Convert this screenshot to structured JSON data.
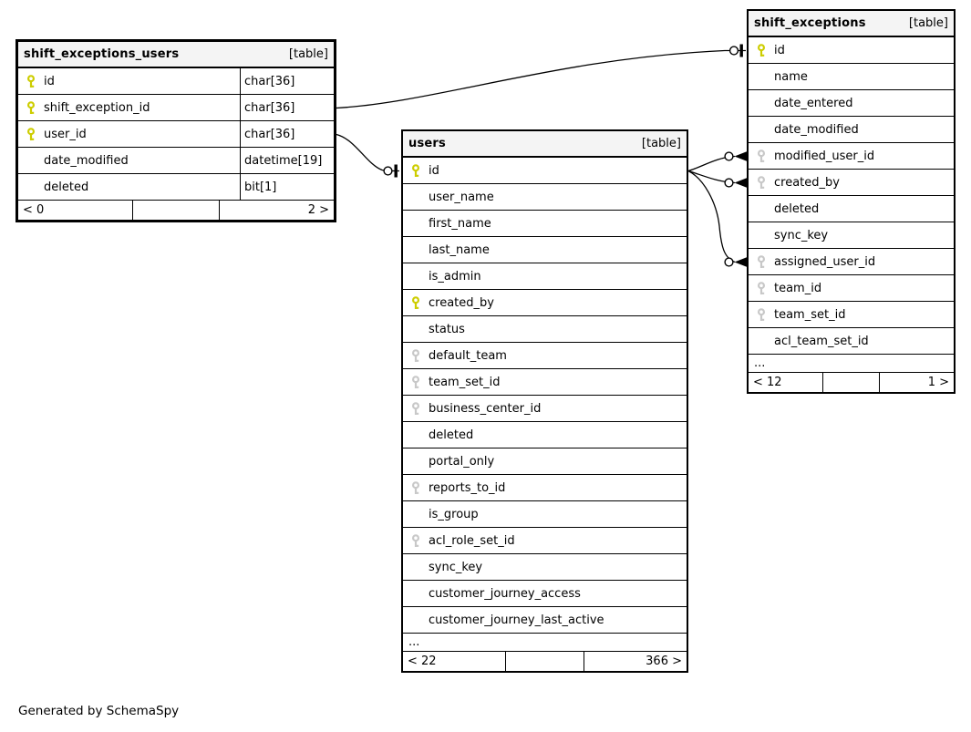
{
  "page": {
    "generated_note": "Generated by SchemaSpy"
  },
  "colors": {
    "primary_key": "#cdcd00",
    "foreign_key": "#c8c8c8",
    "header_bg": "#f4f4f4",
    "border": "#000000"
  },
  "tables": [
    {
      "name": "shift_exceptions_users",
      "tag": "[table]",
      "show_types": true,
      "columns": [
        {
          "name": "id",
          "type": "char[36]",
          "key": "pk"
        },
        {
          "name": "shift_exception_id",
          "type": "char[36]",
          "key": "pk"
        },
        {
          "name": "user_id",
          "type": "char[36]",
          "key": "pk"
        },
        {
          "name": "date_modified",
          "type": "datetime[19]",
          "key": ""
        },
        {
          "name": "deleted",
          "type": "bit[1]",
          "key": ""
        }
      ],
      "truncated": false,
      "ellipsis": "",
      "footer": {
        "prev": "< 0",
        "mid": "",
        "next": "2 >"
      }
    },
    {
      "name": "users",
      "tag": "[table]",
      "show_types": false,
      "columns": [
        {
          "name": "id",
          "key": "pk"
        },
        {
          "name": "user_name",
          "key": ""
        },
        {
          "name": "first_name",
          "key": ""
        },
        {
          "name": "last_name",
          "key": ""
        },
        {
          "name": "is_admin",
          "key": ""
        },
        {
          "name": "created_by",
          "key": "pk"
        },
        {
          "name": "status",
          "key": ""
        },
        {
          "name": "default_team",
          "key": "fk"
        },
        {
          "name": "team_set_id",
          "key": "fk"
        },
        {
          "name": "business_center_id",
          "key": "fk"
        },
        {
          "name": "deleted",
          "key": ""
        },
        {
          "name": "portal_only",
          "key": ""
        },
        {
          "name": "reports_to_id",
          "key": "fk"
        },
        {
          "name": "is_group",
          "key": ""
        },
        {
          "name": "acl_role_set_id",
          "key": "fk"
        },
        {
          "name": "sync_key",
          "key": ""
        },
        {
          "name": "customer_journey_access",
          "key": ""
        },
        {
          "name": "customer_journey_last_active",
          "key": ""
        }
      ],
      "truncated": true,
      "ellipsis": "...",
      "footer": {
        "prev": "< 22",
        "mid": "",
        "next": "366 >"
      }
    },
    {
      "name": "shift_exceptions",
      "tag": "[table]",
      "show_types": false,
      "columns": [
        {
          "name": "id",
          "key": "pk"
        },
        {
          "name": "name",
          "key": ""
        },
        {
          "name": "date_entered",
          "key": ""
        },
        {
          "name": "date_modified",
          "key": ""
        },
        {
          "name": "modified_user_id",
          "key": "fk"
        },
        {
          "name": "created_by",
          "key": "fk"
        },
        {
          "name": "deleted",
          "key": ""
        },
        {
          "name": "sync_key",
          "key": ""
        },
        {
          "name": "assigned_user_id",
          "key": "fk"
        },
        {
          "name": "team_id",
          "key": "fk"
        },
        {
          "name": "team_set_id",
          "key": "fk"
        },
        {
          "name": "acl_team_set_id",
          "key": ""
        }
      ],
      "truncated": true,
      "ellipsis": "...",
      "footer": {
        "prev": "< 12",
        "mid": "",
        "next": "1 >"
      }
    }
  ],
  "relationships": [
    {
      "from": "shift_exceptions_users.shift_exception_id",
      "to": "shift_exceptions.id"
    },
    {
      "from": "shift_exceptions_users.user_id",
      "to": "users.id"
    },
    {
      "from": "users.id",
      "to": "shift_exceptions.modified_user_id"
    },
    {
      "from": "users.id",
      "to": "shift_exceptions.created_by"
    },
    {
      "from": "users.id",
      "to": "shift_exceptions.assigned_user_id"
    }
  ]
}
